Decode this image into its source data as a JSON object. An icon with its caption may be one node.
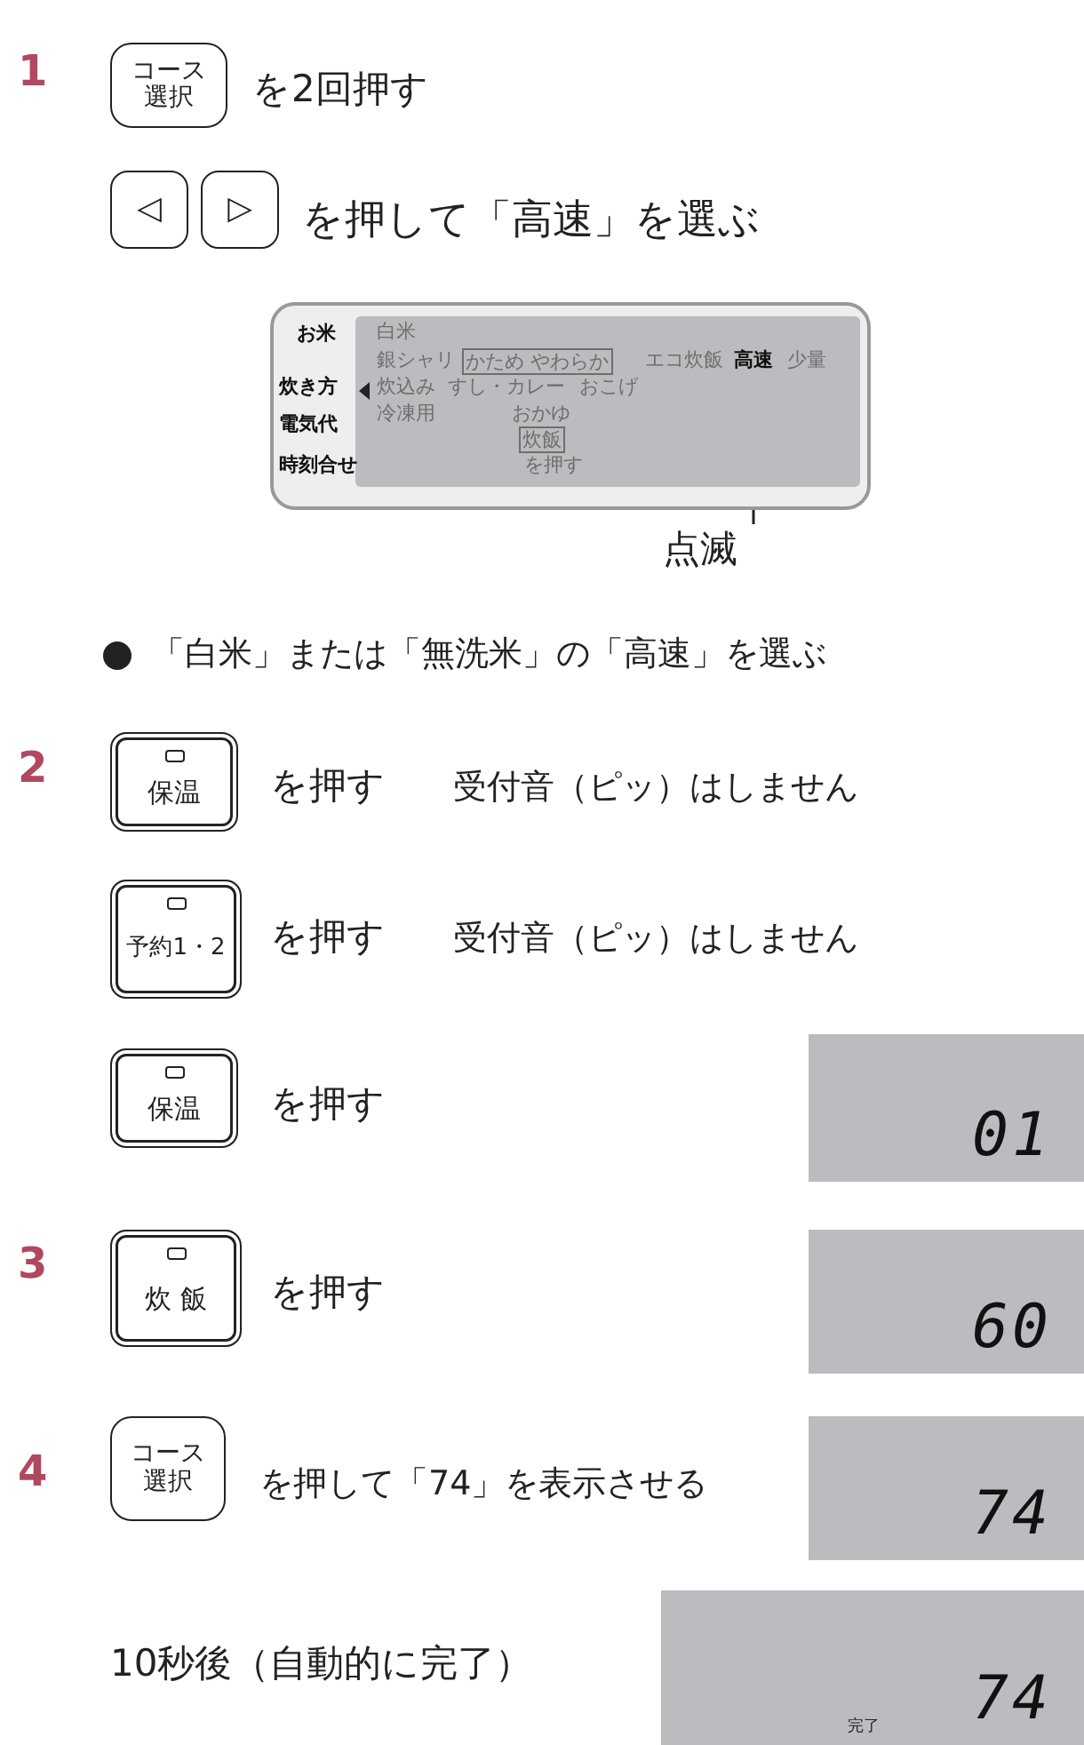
{
  "diagram": {
    "nodes": [
      {
        "text": [
          "コース選択"
        ]
      },
      {
        "text": [
          "◁"
        ]
      },
      {
        "text": [
          "▷"
        ]
      },
      {
        "text": [
          "お米",
          "炊き方",
          "電気代",
          "時刻合せ",
          "白米",
          "銀シャリ",
          "かため やわらか",
          "エコ炊飯",
          "少量",
          "炊込み",
          "すし・カレー",
          "おこげ",
          "冷凍用",
          "おかゆ",
          "炊飯",
          "を押す"
        ]
      },
      {
        "text": [
          "高速"
        ],
        "in": 3
      },
      {
        "text": [
          "点滅"
        ]
      },
      {
        "text": [
          "保温"
        ]
      },
      {
        "text": [
          "予約1・2"
        ]
      },
      {
        "text": [
          "保温"
        ]
      },
      {
        "text": [
          "01"
        ]
      },
      {
        "text": [
          "炊 飯"
        ]
      },
      {
        "text": [
          "60"
        ]
      },
      {
        "text": [
          "コース選択"
        ]
      },
      {
        "text": [
          "74"
        ]
      },
      {
        "text": [
          "完了",
          "74"
        ]
      }
    ],
    "edges": [
      {
        "from": 5,
        "to": 4,
        "arrow": "none"
      }
    ],
    "labels": [
      "1",
      "を2回押す",
      "を押して「高速」を選ぶ",
      "「白米」または「無洗米」の「高速」を選ぶ",
      "2",
      "を押す",
      "受付音（ピッ）はしません",
      "を押す",
      "受付音（ピッ）はしません",
      "を押す",
      "3",
      "を押す",
      "4",
      "を押して「74」を表示させる",
      "10秒後（自動的に完了）"
    ]
  }
}
